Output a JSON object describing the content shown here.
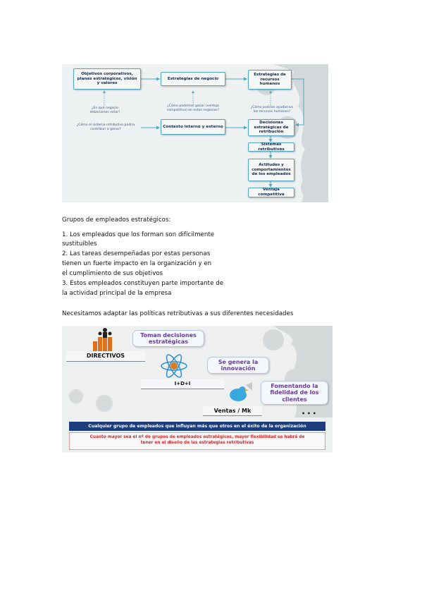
{
  "diagram1": {
    "boxes": {
      "objetivos": "Objetivos corporativos, planes estratégicos, visión y valores",
      "estrategias_negocio": "Estrategias de negocio",
      "estrategias_rrhh": "Estrategias de recursos humanos",
      "contexto": "Contexto interno y externo",
      "decisiones": "Decisiones estratégicas de retribución",
      "sistemas": "Sistemas retributivos",
      "actitudes": "Actitudes y comportamientos de los empleados",
      "ventaja": "Ventaja competitiva"
    },
    "questions": {
      "q1": "¿En qué negocio deberíamos estar?",
      "q2": "¿Cómo podemos ganar (ventaja competitiva) en estos negocios?",
      "q3": "¿Cómo podrían ayudarnos los recursos humanos?",
      "q4": "¿Cómo el sistema retributivo podría contribuir a ganar?"
    }
  },
  "text": {
    "heading": "Grupos de empleados estratégicos:",
    "line1": "1. Los empleados que los forman son difícilmente",
    "line2": "sustituibles",
    "line3": "2. Las tareas desempeñadas por estas personas",
    "line4": "tienen un fuerte impacto en la organización y en",
    "line5": "el cumplimiento de sus objetivos",
    "line6": "3. Estos empleados constituyen parte importante de",
    "line7": "la actividad principal de la empresa",
    "adaptar": "Necesitamos adaptar las políticas retributivas a sus diferentes necesidades"
  },
  "diagram2": {
    "bubble1": "Toman decisiones estratégicas",
    "label1": "DIRECTIVOS",
    "bubble2": "Se genera la innovación",
    "label2": "I+D+I",
    "bubble3": "Fomentando la fidelidad de los clientes",
    "label3": "Ventas / Mk",
    "dots": "• • •",
    "blue_bar": "Cualquier grupo de empleados que influyan más que otros en el éxito de la organización",
    "red_line1": "Cuanto mayor sea el nº de grupos de empleados estratégicos, mayor flexibilidad se habrá de",
    "red_line2": "tener en el diseño de las estrategias retributivas",
    "colors": {
      "bubble_text": "#6a3aa2",
      "bar_blue": "#1d3d7c",
      "red_text": "#d2262a",
      "box_border": "#4fa7c4"
    }
  }
}
